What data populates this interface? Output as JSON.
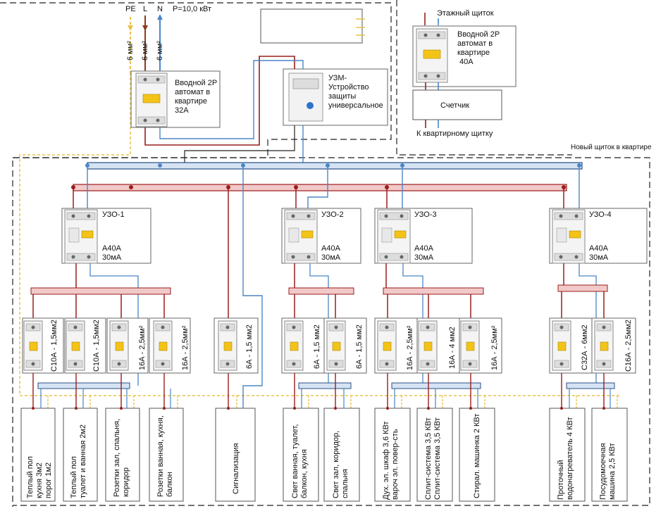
{
  "supply": {
    "pe": "PE",
    "l": "L",
    "n": "N",
    "power": "P=10,0 кВт",
    "wire_sizes": [
      "6 мм²",
      "6 мм²",
      "6 мм²"
    ]
  },
  "main_breaker": {
    "lines": [
      "Вводной 2Р",
      "автомат в",
      "квартире",
      "32А"
    ]
  },
  "uzm": {
    "lines": [
      "УЗМ-",
      "Устройство",
      "защиты",
      "универсальное"
    ]
  },
  "floor_panel": {
    "title": "Этажный щиток",
    "breaker_lines": [
      "Вводной 2Р",
      "автомат в",
      "квартире",
      "40А"
    ],
    "meter": "Счетчик",
    "to_panel": "К квартирному щитку"
  },
  "new_panel_label": "Новый щиток в квартире",
  "rcds": [
    {
      "name": "УЗО-1",
      "rating": "А40А",
      "leak": "30мА"
    },
    {
      "name": "УЗО-2",
      "rating": "А40А",
      "leak": "30мА"
    },
    {
      "name": "УЗО-3",
      "rating": "А40А",
      "leak": "30мА"
    },
    {
      "name": "УЗО-4",
      "rating": "А40А",
      "leak": "30мА"
    }
  ],
  "breakers": [
    {
      "label": "С10А - 1,5мм2"
    },
    {
      "label": "С10А - 1,5мм2"
    },
    {
      "label": "16А - 2,5мм²"
    },
    {
      "label": "16А - 2,5мм²"
    },
    {
      "label": "6А - 1,5 мм2"
    },
    {
      "label": "6А - 1,5 мм2"
    },
    {
      "label": "6А - 1,5 мм2"
    },
    {
      "label": "16А - 2,5мм²"
    },
    {
      "label": "16А - 4 мм2"
    },
    {
      "label": "16А - 2,5мм²"
    },
    {
      "label": "С32А - 6мм2"
    },
    {
      "label": "С16А - 2,5мм2"
    }
  ],
  "loads": [
    {
      "lines": [
        "Теплый пол",
        "кухня 3м2",
        "порог 1м2"
      ]
    },
    {
      "lines": [
        "Теплый пол",
        "туалет и ванная 2м2"
      ]
    },
    {
      "lines": [
        "Розетки зал, спальня,",
        "коридор"
      ]
    },
    {
      "lines": [
        "Розетки ванная, кухня,",
        "балкон"
      ]
    },
    {
      "lines": [
        "Сигнализация"
      ]
    },
    {
      "lines": [
        "Свет ванная, туалет,",
        "балкон, кухня"
      ]
    },
    {
      "lines": [
        "Свет зал, коридор,",
        "спальня"
      ]
    },
    {
      "lines": [
        "Дух. эл. шкаф 3,6 КВт",
        "вароч эл. повер-сть"
      ]
    },
    {
      "lines": [
        "Сплит-система 3,5 КВт",
        "Сплит-система 3,5 КВт"
      ]
    },
    {
      "lines": [
        "Стирал. машинка 2 КВт"
      ]
    },
    {
      "lines": [
        "Проточный",
        "водонагреватель 4 КВт"
      ]
    },
    {
      "lines": [
        "Посудомоечная",
        "машина 2,5 КВт"
      ]
    }
  ],
  "colors": {
    "phase": "#9b1c1c",
    "neutral": "#4a86c8",
    "pe": "#e8c24a",
    "bus_fill": "#f2c9c9",
    "nbus_fill": "#d6e3f3"
  }
}
